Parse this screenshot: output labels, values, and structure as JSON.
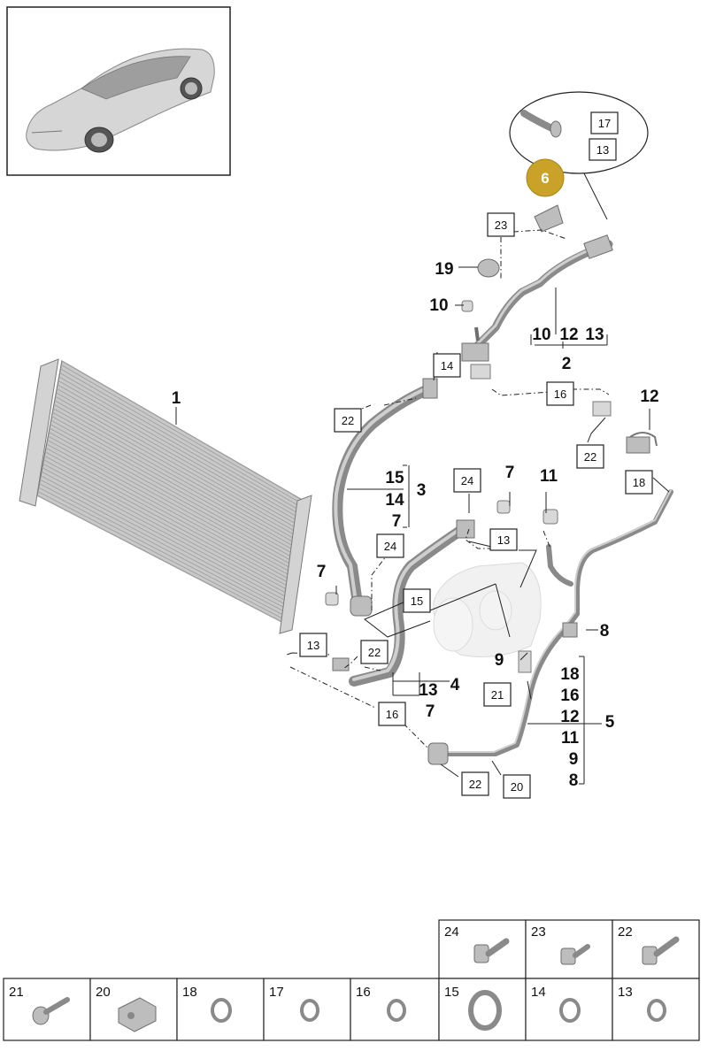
{
  "callouts": {
    "c1": "1",
    "c2": "2",
    "c3": "3",
    "c4": "4",
    "c5": "5",
    "c6": "6",
    "c7a": "7",
    "c7b": "7",
    "c8": "8",
    "c9": "9",
    "c10": "10",
    "c11": "11",
    "c12": "12",
    "c19": "19"
  },
  "highlight": {
    "label": "6",
    "color": "#c9a227"
  },
  "part_groups": {
    "g2": [
      "10",
      "12",
      "13"
    ],
    "g3": [
      "15",
      "14",
      "7"
    ],
    "g4": [
      "13",
      "7"
    ],
    "g5": [
      "18",
      "16",
      "12",
      "11",
      "9",
      "8"
    ]
  },
  "boxed_refs": {
    "b17": "17",
    "b13top": "13",
    "b23": "23",
    "b14": "14",
    "b16a": "16",
    "b22a": "22",
    "b22b": "22",
    "b18": "18",
    "b24a": "24",
    "b13b": "13",
    "b24b": "24",
    "b15": "15",
    "b13c": "13",
    "b22c": "22",
    "b16b": "16",
    "b21": "21",
    "b22d": "22",
    "b20": "20"
  },
  "hardware_table": {
    "row1": [
      "24",
      "23",
      "22"
    ],
    "row2": [
      "21",
      "20",
      "18",
      "17",
      "16",
      "15",
      "14",
      "13"
    ]
  }
}
